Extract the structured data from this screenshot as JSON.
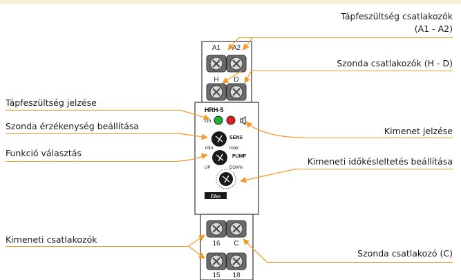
{
  "labels": {
    "tapfesz_line1": "Tápfeszültség csatlakozók",
    "tapfesz_line2": "(A1 - A2)",
    "szonda_csatl": "Szonda csatlakozók (H - D)",
    "tapfesz_jelzes": "Tápfeszültség jelzése",
    "szonda_erz": "Szonda érzékenység beállítása",
    "kimenet_jelzes": "Kimenet jelzése",
    "funkcio": "Funkció választás",
    "kimeneti_ido": "Kimeneti időkésleltetés beállítása",
    "kimeneti_csatl": "Kimeneti csatlakozók",
    "szonda_csatl_c": "Szonda csatlakozó (C)"
  },
  "device": {
    "terminals": {
      "a1": "A1",
      "a2": "A2",
      "h": "H",
      "d": "D",
      "t16": "16",
      "c": "C",
      "t15": "15",
      "t18": "18"
    },
    "model": "HRH-5",
    "un": "Un",
    "sens": "SENS",
    "min": "min",
    "max": "max",
    "pump": "PUMP",
    "up": "UP",
    "down": "DOWN",
    "brand": "Eleo"
  },
  "colors": {
    "accent": "#f39c2b",
    "led_green": "#1fae3a",
    "led_red": "#e02020"
  }
}
